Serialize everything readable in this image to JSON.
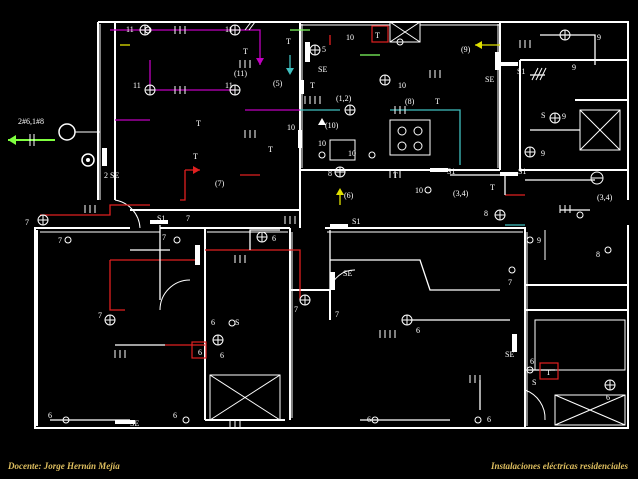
{
  "footer": {
    "left": "Docente: Jorge Hernán Mejía",
    "right": "Instalaciones eléctricas residenciales"
  },
  "labels": {
    "feed": "2#6,1#8",
    "panel": "2 SE",
    "c11a": "11",
    "c11b": "11",
    "c11c": "11",
    "c11d": "11",
    "c11e": "(11)",
    "t1": "T",
    "t2": "T",
    "t3": "T",
    "t4": "T",
    "t5": "T",
    "t6": "T",
    "t7": "T",
    "t8": "T",
    "t9": "T",
    "t10": "T",
    "t11": "T",
    "c5": "(5)",
    "n5": "5",
    "se1": "SE",
    "se2": "SE",
    "se3": "SE",
    "se4": "SE",
    "se5": "SE",
    "n10a": "10",
    "n10b": "10",
    "n10c": "10",
    "n10d": "10",
    "n10e": "10",
    "n10f": "(10)",
    "c12": "(1,2)",
    "c8": "(8)",
    "c9": "(9)",
    "n9a": "9",
    "n9b": "9",
    "n9c": "9",
    "n9d": "9",
    "n9e": "9",
    "s1a": "S1",
    "s1b": "S1",
    "s1c": "S1",
    "s1d": "S1",
    "s1e": "S1",
    "n8a": "8",
    "n8b": "8",
    "n8c": "8",
    "c34a": "(3,4)",
    "c34b": "(3,4)",
    "c7": "(7)",
    "n7a": "7",
    "n7b": "7",
    "n7c": "7",
    "n7d": "7",
    "n7e": "7",
    "n7f": "7",
    "n7g": "7",
    "n7h": "7",
    "c6": "(6)",
    "n6a": "6",
    "n6b": "6",
    "n6c": "6",
    "n6d": "6",
    "n6e": "6",
    "n6f": "6",
    "n6g": "6",
    "n6h": "6",
    "n6i": "6",
    "n6j": "6",
    "n6k": "6",
    "sa": "S",
    "sb": "S",
    "sc": "S"
  },
  "colors": {
    "wall": "#ffffff",
    "magenta": "#c000c0",
    "cyan": "#40c0c0",
    "red": "#e02020",
    "yellow": "#e0e000",
    "green": "#80ff60",
    "feed": "#80ff40",
    "footer": "#e0c060"
  }
}
